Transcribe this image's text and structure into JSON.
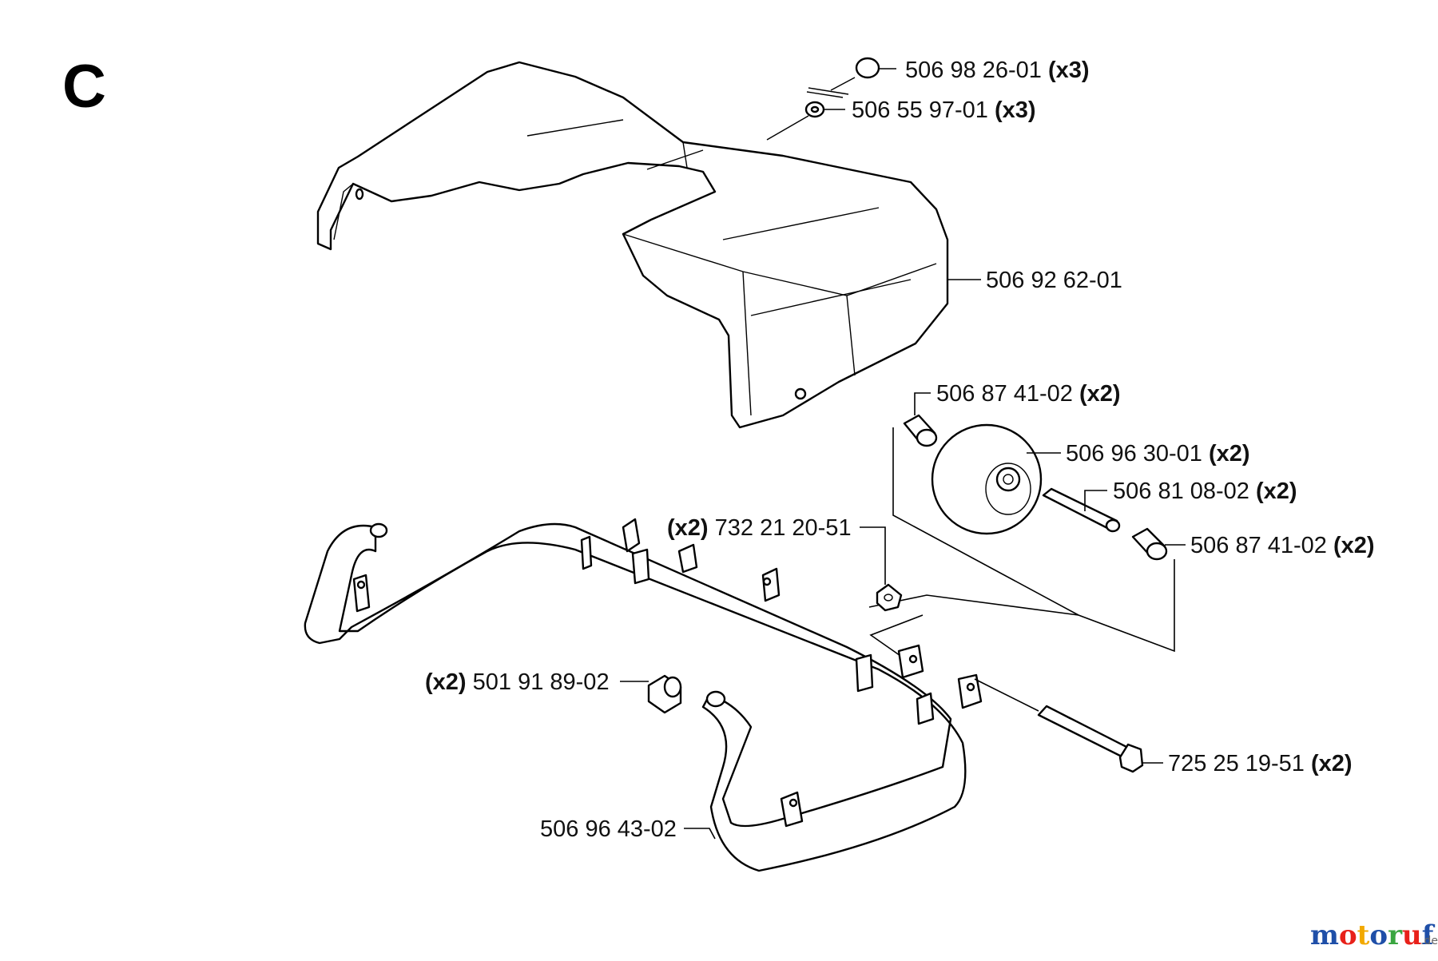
{
  "diagram": {
    "section_letter": "C",
    "callouts": [
      {
        "id": "screw",
        "part_no": "506 98 26-01",
        "qty": "(x3)",
        "qty_side": "after"
      },
      {
        "id": "washer",
        "part_no": "506 55 97-01",
        "qty": "(x3)",
        "qty_side": "after"
      },
      {
        "id": "cover",
        "part_no": "506 92 62-01",
        "qty": "",
        "qty_side": "after"
      },
      {
        "id": "bushing-upper",
        "part_no": "506 87 41-02",
        "qty": "(x2)",
        "qty_side": "after"
      },
      {
        "id": "wheel",
        "part_no": "506 96 30-01",
        "qty": "(x2)",
        "qty_side": "after"
      },
      {
        "id": "axle",
        "part_no": "506 81 08-02",
        "qty": "(x2)",
        "qty_side": "after"
      },
      {
        "id": "bushing-lower",
        "part_no": "506 87 41-02",
        "qty": "(x2)",
        "qty_side": "after"
      },
      {
        "id": "nut",
        "part_no": "732 21 20-51",
        "qty": "(x2)",
        "qty_side": "before"
      },
      {
        "id": "spacer",
        "part_no": "501 91 89-02",
        "qty": "(x2)",
        "qty_side": "before"
      },
      {
        "id": "bolt",
        "part_no": "725 25 19-51",
        "qty": "(x2)",
        "qty_side": "after"
      },
      {
        "id": "frame",
        "part_no": "506 96 43-02",
        "qty": "",
        "qty_side": "after"
      }
    ]
  },
  "watermark": {
    "letters": [
      "m",
      "o",
      "t",
      "o",
      "r",
      "u",
      "f"
    ],
    "letter_colors": [
      "#1f4fa8",
      "#e8211a",
      "#f2a900",
      "#1f4fa8",
      "#3aa640",
      "#e8211a",
      "#1f4fa8"
    ],
    "suffix": ".de"
  }
}
